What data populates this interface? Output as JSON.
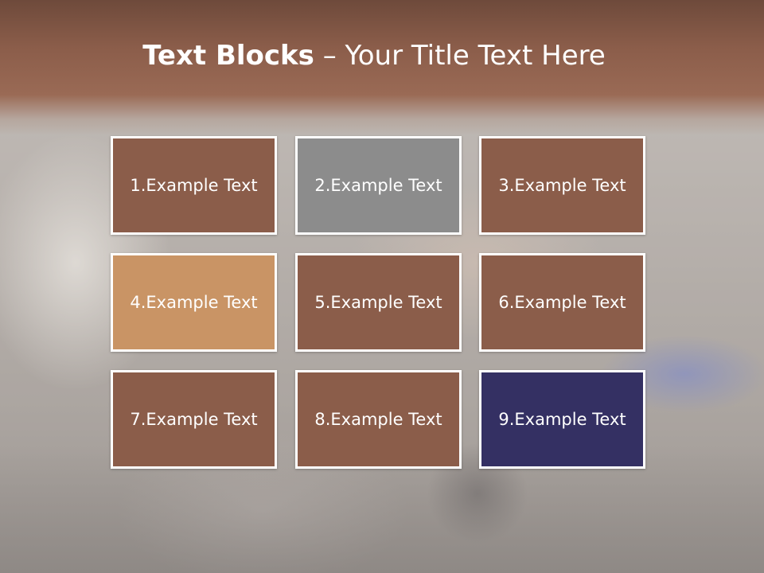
{
  "title": {
    "bold": "Text Blocks",
    "rest": " – Your Title Text Here"
  },
  "blocks": [
    {
      "label": "1.Example Text",
      "color": "#8b5d4a"
    },
    {
      "label": "2.Example Text",
      "color": "#8c8c8c"
    },
    {
      "label": "3.Example Text",
      "color": "#8b5d4a"
    },
    {
      "label": "4.Example Text",
      "color": "#c99465"
    },
    {
      "label": "5.Example Text",
      "color": "#8b5d4a"
    },
    {
      "label": "6.Example Text",
      "color": "#8b5d4a"
    },
    {
      "label": "7.Example Text",
      "color": "#8b5d4a"
    },
    {
      "label": "8.Example Text",
      "color": "#8b5d4a"
    },
    {
      "label": "9.Example Text",
      "color": "#343063"
    }
  ],
  "colors": {
    "title_band": "#8b5d4a",
    "border": "#ffffff"
  }
}
